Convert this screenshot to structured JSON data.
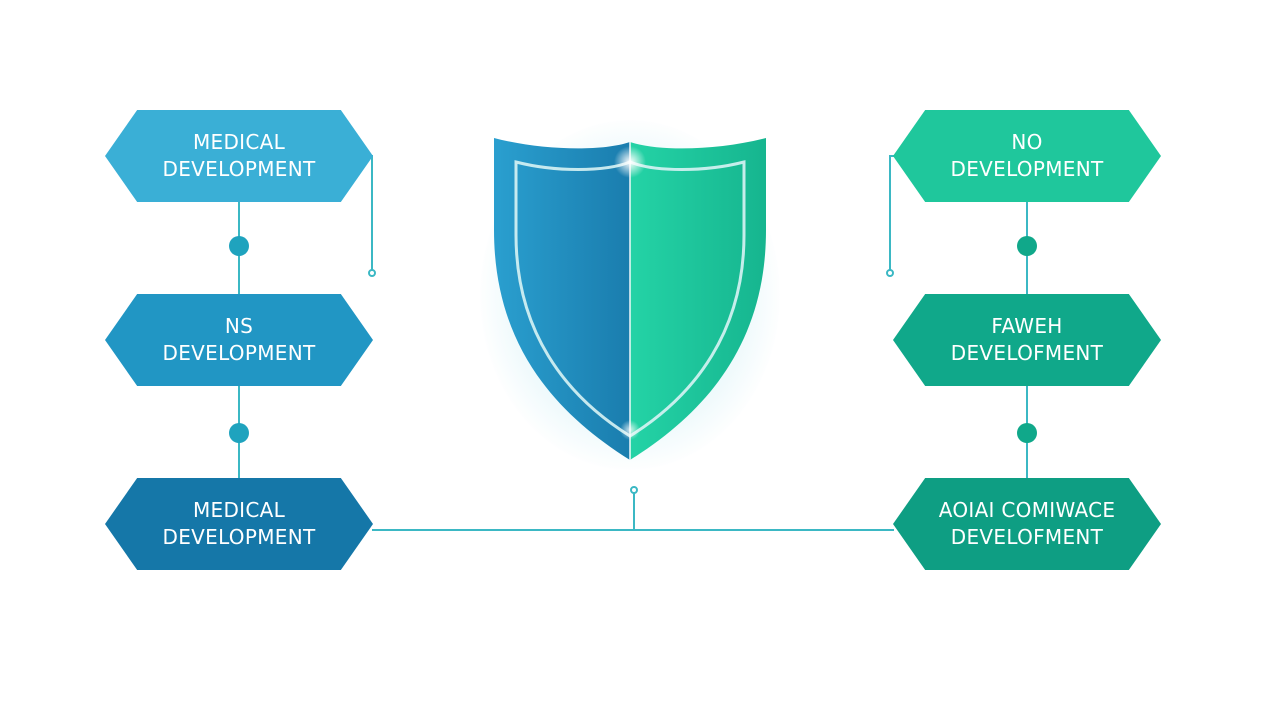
{
  "colors": {
    "blue_light": "#3AAFD6",
    "blue_mid": "#2196C4",
    "blue_dark": "#1577A8",
    "teal_light": "#1FC79C",
    "teal_mid": "#10A88A",
    "teal_dark": "#0E9E83",
    "connector": "#3BB8C4",
    "shield_left": "#1E88B8",
    "shield_right": "#1FCB9E"
  },
  "left_nodes": [
    {
      "line1": "MEDICAL",
      "line2": "DEVELOPMENT"
    },
    {
      "line1": "NS",
      "line2": "DEVELOPMENT"
    },
    {
      "line1": "MEDICAL",
      "line2": "DEVELOPMENT"
    }
  ],
  "right_nodes": [
    {
      "line1": "NO",
      "line2": "DEVELOPMENT"
    },
    {
      "line1": "FAWEH",
      "line2": "DEVELOFMENT"
    },
    {
      "line1": "AOIAI COMIWACE",
      "line2": "DEVELOFMENT"
    }
  ],
  "center_icon": "shield-icon"
}
